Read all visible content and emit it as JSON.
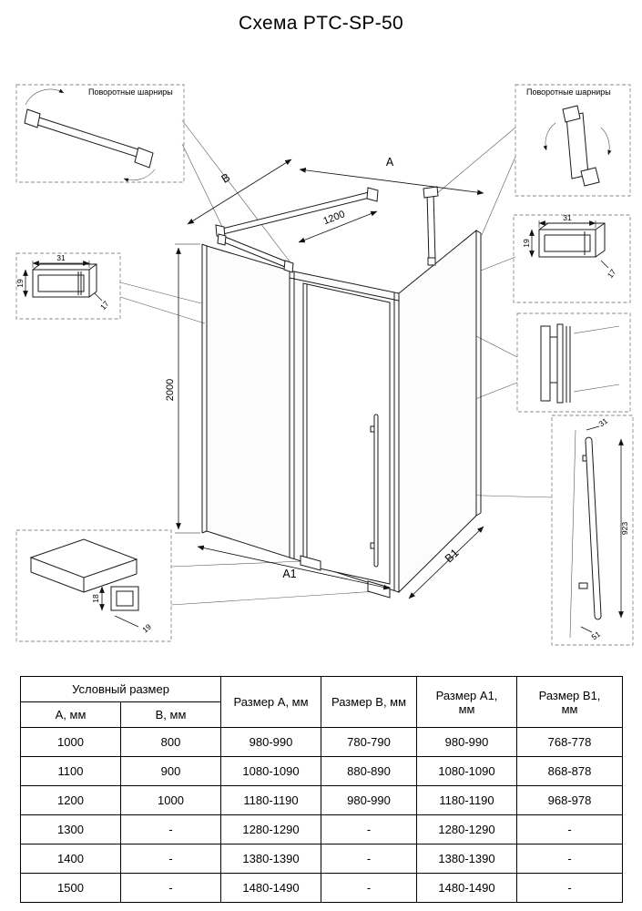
{
  "page": {
    "title": "Схема PTC-SP-50"
  },
  "drawing": {
    "callouts": {
      "hinges_left_label": "Поворотные шарниры",
      "hinges_right_label": "Поворотные шарниры"
    },
    "dimensions": {
      "width_front": "A",
      "width_side": "B",
      "bar_length": "1200",
      "height": "2000",
      "front_bottom": "A1",
      "side_bottom": "B1"
    },
    "detail_left_profile": {
      "dim_31": "31",
      "dim_19": "19",
      "dim_17": "17"
    },
    "detail_right_profile": {
      "dim_31": "31",
      "dim_19": "19",
      "dim_17": "17"
    },
    "detail_bottom_rail": {
      "dim_18": "18",
      "dim_19": "19"
    },
    "detail_handle": {
      "dim_31": "31",
      "dim_923": "923",
      "dim_51": "51"
    }
  },
  "table": {
    "headers": {
      "group_nominal": "Условный размер",
      "col_a": "A, мм",
      "col_b": "B, мм",
      "col_size_a": "Размер A, мм",
      "col_size_b": "Размер B, мм",
      "col_size_a1": "Размер A1,\nмм",
      "col_size_b1": "Размер B1,\nмм"
    },
    "rows": [
      [
        "1000",
        "800",
        "980-990",
        "780-790",
        "980-990",
        "768-778"
      ],
      [
        "1100",
        "900",
        "1080-1090",
        "880-890",
        "1080-1090",
        "868-878"
      ],
      [
        "1200",
        "1000",
        "1180-1190",
        "980-990",
        "1180-1190",
        "968-978"
      ],
      [
        "1300",
        "-",
        "1280-1290",
        "-",
        "1280-1290",
        "-"
      ],
      [
        "1400",
        "-",
        "1380-1390",
        "-",
        "1380-1390",
        "-"
      ],
      [
        "1500",
        "-",
        "1480-1490",
        "-",
        "1480-1490",
        "-"
      ]
    ]
  }
}
